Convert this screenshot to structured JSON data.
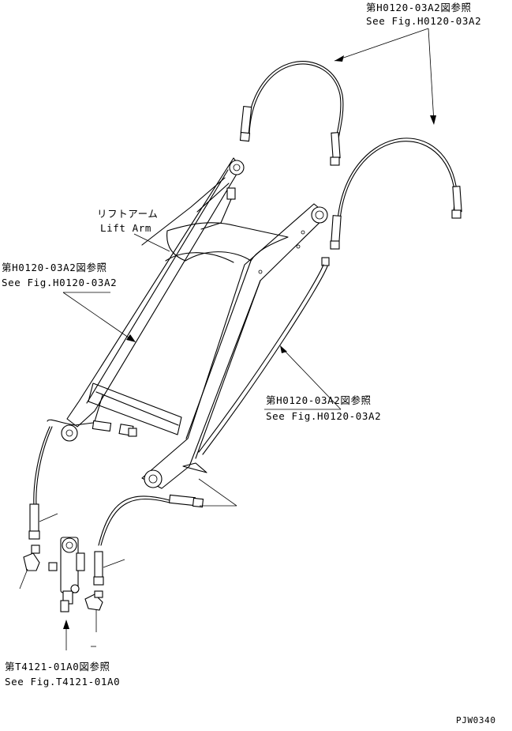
{
  "callouts": {
    "top_ref_jp": "第H0120-03A2図参照",
    "top_ref_en": "See Fig.H0120-03A2",
    "lift_arm_jp": "リフトアーム",
    "lift_arm_en": "Lift Arm",
    "left_ref_jp": "第H0120-03A2図参照",
    "left_ref_en": "See Fig.H0120-03A2",
    "right_ref_jp": "第H0120-03A2図参照",
    "right_ref_en": "See Fig.H0120-03A2",
    "bottom_ref_jp": "第T4121-01A0図参照",
    "bottom_ref_en": "See Fig.T4121-01A0"
  },
  "drawing_code": "PJW0340"
}
